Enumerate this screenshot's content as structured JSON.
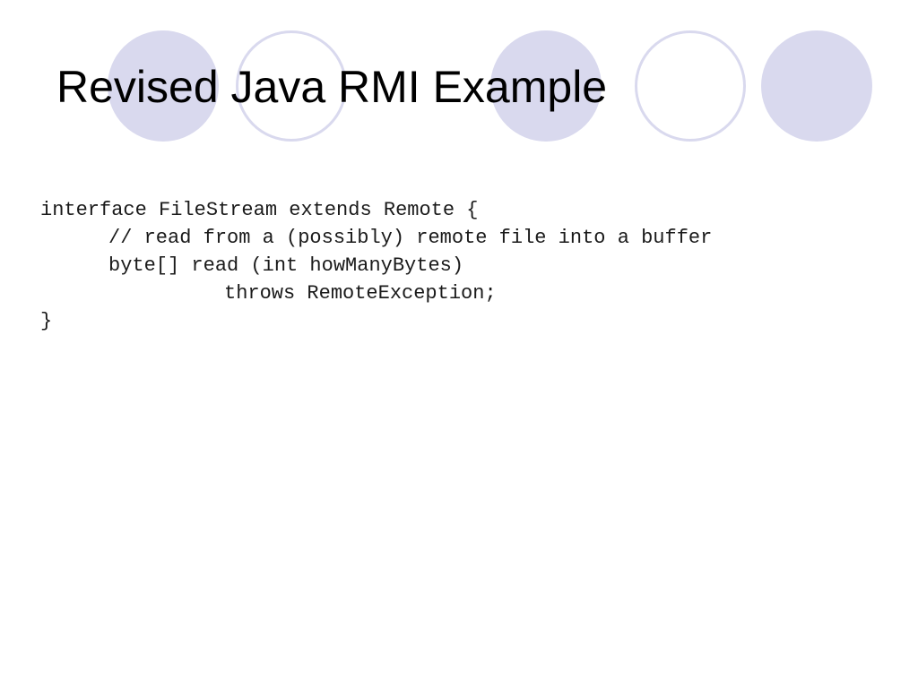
{
  "slide": {
    "title": "Revised Java RMI Example",
    "colors": {
      "circle_fill": "#d9d9ee",
      "background": "#ffffff",
      "text": "#000000"
    },
    "code_lines": [
      "interface FileStream extends Remote {",
      "// read from a (possibly) remote file into a buffer",
      "byte[] read (int howManyBytes)",
      "throws RemoteException;",
      "}"
    ]
  }
}
